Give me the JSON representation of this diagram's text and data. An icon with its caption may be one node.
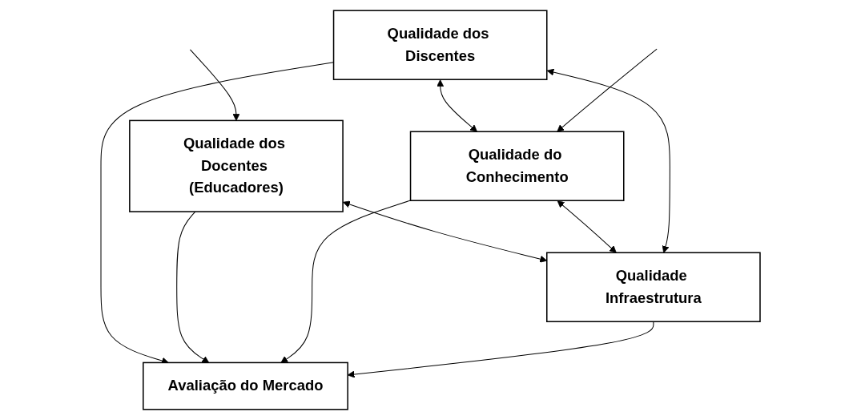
{
  "diagram": {
    "nodes": [
      {
        "text": [
          "Qualidade dos Discentes"
        ]
      },
      {
        "text": [
          "Qualidade dos Docentes (Educadores)"
        ]
      },
      {
        "text": [
          "Avaliação do Mercado"
        ]
      },
      {
        "text": [
          "Qualidade do Conhecimento"
        ]
      },
      {
        "text": [
          "Qualidade Infraestrutura"
        ]
      }
    ],
    "edges": [
      {
        "from": 0,
        "to": 2,
        "arrow": "to"
      },
      {
        "from": 1,
        "to": 2,
        "arrow": "to"
      },
      {
        "from": 0,
        "to": 3,
        "arrow": "both"
      },
      {
        "from": 1,
        "to": 4,
        "arrow": "both"
      },
      {
        "from": 3,
        "to": 2,
        "arrow": "to"
      },
      {
        "from": 4,
        "to": 2,
        "arrow": "to"
      },
      {
        "from": 3,
        "to": 4,
        "arrow": "both"
      },
      {
        "from": 0,
        "to": 4,
        "arrow": "both"
      },
      {
        "from": null,
        "to": 1,
        "arrow": "to"
      },
      {
        "from": null,
        "to": 3,
        "arrow": "to"
      }
    ]
  }
}
